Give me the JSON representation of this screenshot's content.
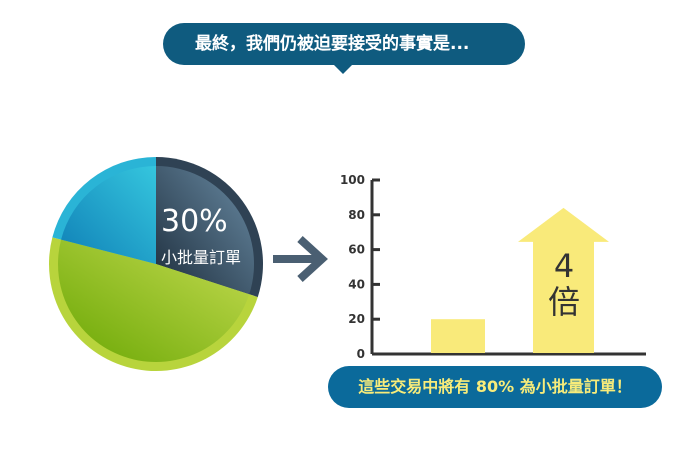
{
  "header": {
    "text": "最終，我們仍被迫要接受的事實是..."
  },
  "pie": {
    "label_percent": "30%",
    "label_text": "小批量訂單",
    "colors": {
      "dark": "#2f4254",
      "green": "#9cc42a",
      "blue": "#25a9cf"
    }
  },
  "arrow_icon": "right-arrow-icon",
  "chart_data": {
    "type": "bar",
    "categories": [
      "",
      ""
    ],
    "values": [
      20,
      84
    ],
    "ylim": [
      0,
      100
    ],
    "yticks": [
      "0",
      "20",
      "40",
      "60",
      "80",
      "100"
    ],
    "annotation": {
      "line1": "4",
      "line2": "倍"
    },
    "bar_color": "#f9ea7a"
  },
  "pie_data": {
    "type": "pie",
    "slices": [
      {
        "label": "30% 小批量訂單",
        "value": 30
      },
      {
        "value": 49
      },
      {
        "value": 21
      }
    ]
  },
  "footer": {
    "text": "這些交易中將有 80% 為小批量訂單！"
  }
}
